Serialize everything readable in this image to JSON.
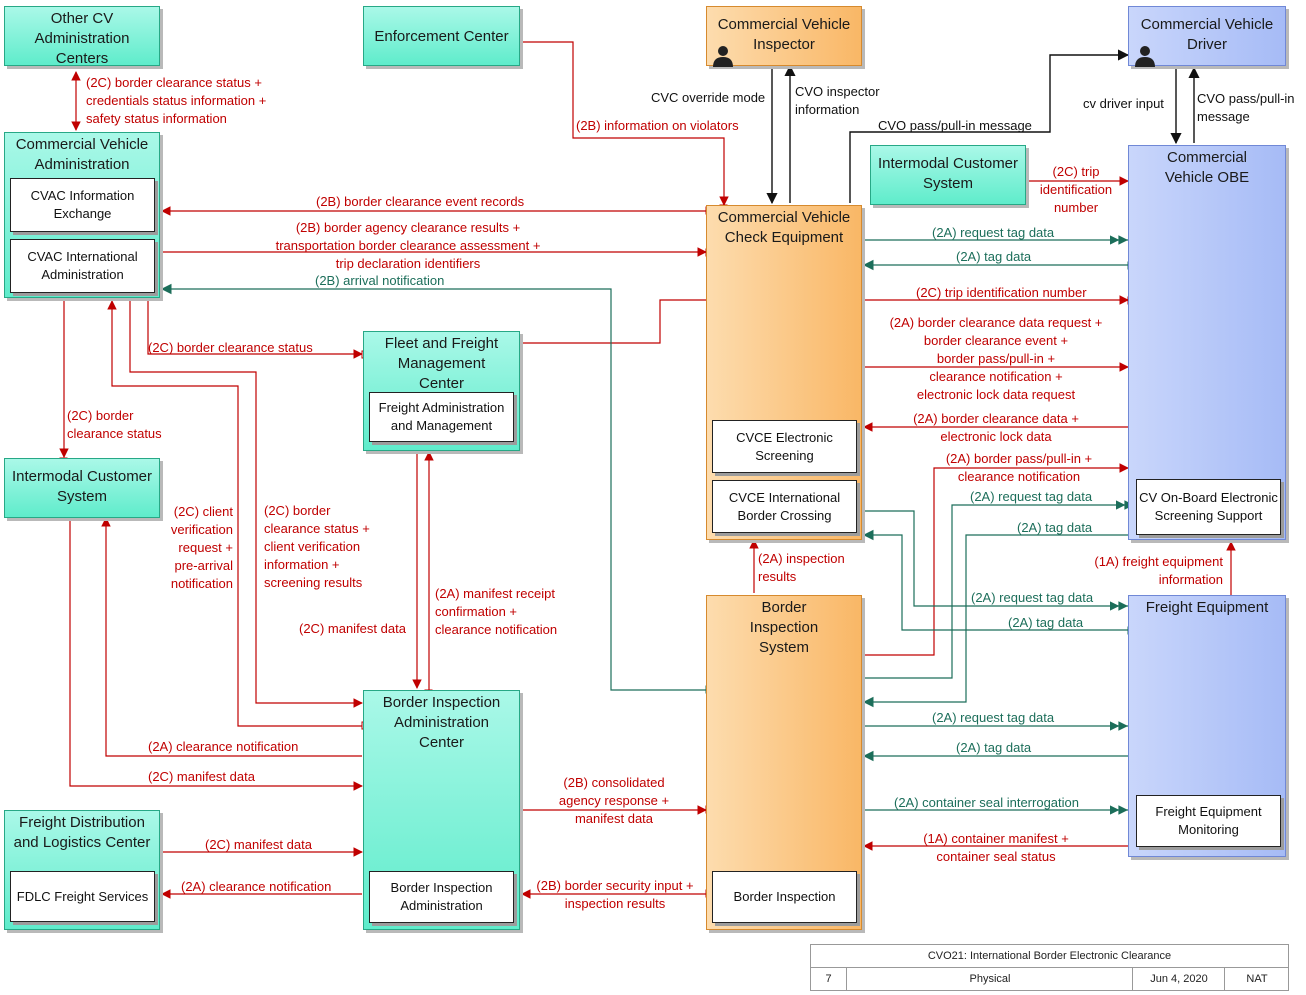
{
  "entities": {
    "other_cv_admin": "Other CV Administration Centers",
    "enforcement_center": "Enforcement Center",
    "cv_inspector": "Commercial Vehicle Inspector",
    "cv_driver": "Commercial Vehicle Driver",
    "cv_administration": "Commercial Vehicle Administration",
    "cvac_info_exchange": "CVAC Information Exchange",
    "cvac_intl_admin": "CVAC International Administration",
    "intermodal_customer_left": "Intermodal Customer System",
    "intermodal_customer_right": "Intermodal Customer System",
    "fleet_freight_mgmt": "Fleet and Freight Management Center",
    "freight_admin_mgmt": "Freight Administration and Management",
    "cv_check_equipment": "Commercial Vehicle Check Equipment",
    "cvce_electronic_screening": "CVCE Electronic Screening",
    "cvce_intl_border_crossing": "CVCE International Border Crossing",
    "cv_obe": "Commercial Vehicle OBE",
    "cv_onboard_screening": "CV On-Board Electronic Screening Support",
    "border_inspection_system": "Border Inspection System",
    "border_inspection": "Border Inspection",
    "freight_equipment": "Freight Equipment",
    "freight_equipment_monitoring": "Freight Equipment Monitoring",
    "border_inspection_admin_center": "Border Inspection Administration Center",
    "border_inspection_admin": "Border Inspection Administration",
    "freight_distribution_logistics": "Freight Distribution and Logistics Center",
    "fdlc_freight_services": "FDLC Freight Services"
  },
  "flows": {
    "f_border_clearance_status_credentials": "(2C) border clearance status +\ncredentials status information +\nsafety status information",
    "f_info_on_violators": "(2B) information on violators",
    "f_cvc_override_mode": "CVC override mode",
    "f_cvo_inspector_info": "CVO inspector\ninformation",
    "f_cvo_pass_pullin_message": "CVO pass/pull-in message",
    "f_cv_driver_input": "cv driver input",
    "f_cvo_pass_pullin_message2": "CVO pass/pull-in\nmessage",
    "f_trip_identification_number_2c": "(2C) trip\nidentification\nnumber",
    "f_border_clearance_event_records": "(2B) border clearance event records",
    "f_border_agency_results": "(2B) border agency clearance results +\ntransportation border clearance assessment +\ntrip declaration identifiers",
    "f_arrival_notification": "(2B) arrival notification",
    "f_request_tag_data_1": "(2A) request tag data",
    "f_tag_data_1": "(2A) tag data",
    "f_trip_identification_number": "(2C) trip identification number",
    "f_border_clearance_data_request": "(2A) border clearance data request +\nborder clearance event +\nborder pass/pull-in +\nclearance notification +\nelectronic lock data request",
    "f_border_clearance_data_lock": "(2A) border clearance data +\nelectronic lock data",
    "f_border_pass_pullin_clearance": "(2A) border pass/pull-in +\nclearance notification",
    "f_request_tag_data_2": "(2A) request tag data",
    "f_tag_data_2": "(2A) tag data",
    "f_freight_equipment_info": "(1A) freight equipment\ninformation",
    "f_request_tag_data_3": "(2A) request tag data",
    "f_tag_data_3": "(2A) tag data",
    "f_inspection_results": "(2A) inspection\nresults",
    "f_border_clearance_status_fleet": "(2C) border clearance status",
    "f_border_clearance_status_down": "(2C) border\nclearance status",
    "f_client_verification_request": "(2C) client\nverification\nrequest +\npre-arrival\nnotification",
    "f_border_clearance_client_screening": "(2C) border\nclearance status +\nclient verification\ninformation +\nscreening results",
    "f_manifest_data_fleet": "(2C) manifest data",
    "f_manifest_receipt": "(2A) manifest receipt\nconfirmation +\nclearance notification",
    "f_clearance_notification_intermodal": "(2A) clearance notification",
    "f_manifest_data_intermodal": "(2C) manifest data",
    "f_consolidated_agency_response": "(2B) consolidated\nagency response +\nmanifest data",
    "f_request_tag_data_4": "(2A) request tag data",
    "f_tag_data_4": "(2A) tag data",
    "f_container_seal_interrogation": "(2A) container seal interrogation",
    "f_container_manifest_seal": "(1A) container manifest +\ncontainer seal status",
    "f_manifest_data_fdlc": "(2C) manifest data",
    "f_clearance_notification_fdlc": "(2A) clearance notification",
    "f_border_security_input": "(2B) border security input +\ninspection results"
  },
  "legend": {
    "title": "CVO21: International Border Electronic Clearance",
    "page": "7",
    "view": "Physical",
    "date": "Jun 4, 2020",
    "org": "NAT"
  },
  "colors": {
    "red_flow": "#c00000",
    "green_flow": "#1c6e5a",
    "black_flow": "#111111",
    "teal_fill": "#6ff2d4",
    "orange_fill": "#f9b766",
    "blue_fill": "#a6bbf6"
  }
}
